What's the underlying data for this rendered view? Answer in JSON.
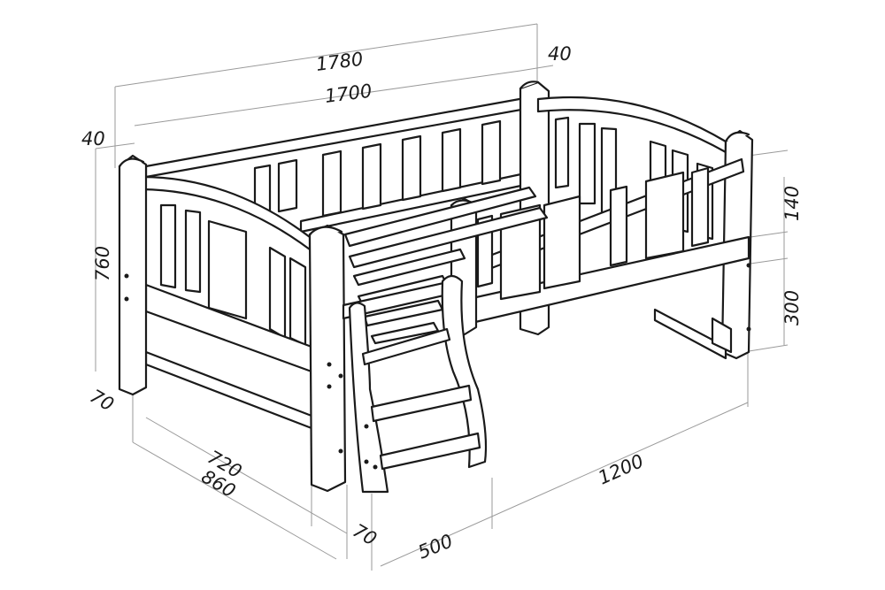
{
  "drawing": {
    "subject": "Toddler bed with side rails and step",
    "line_color": "#1a1a1a",
    "dimension_line_color": "#9a9a9a",
    "background": "#ffffff"
  },
  "dimensions": {
    "overall_length": "1780",
    "inner_length": "1700",
    "post_width_top_right": "40",
    "post_width_top_left": "40",
    "overall_height": "760",
    "rail_height": "140",
    "rail_clearance": "300",
    "leg_depth_left": "70",
    "inner_width": "720",
    "overall_width": "860",
    "leg_depth_front": "70",
    "opening_width": "500",
    "rail_length": "1200"
  }
}
